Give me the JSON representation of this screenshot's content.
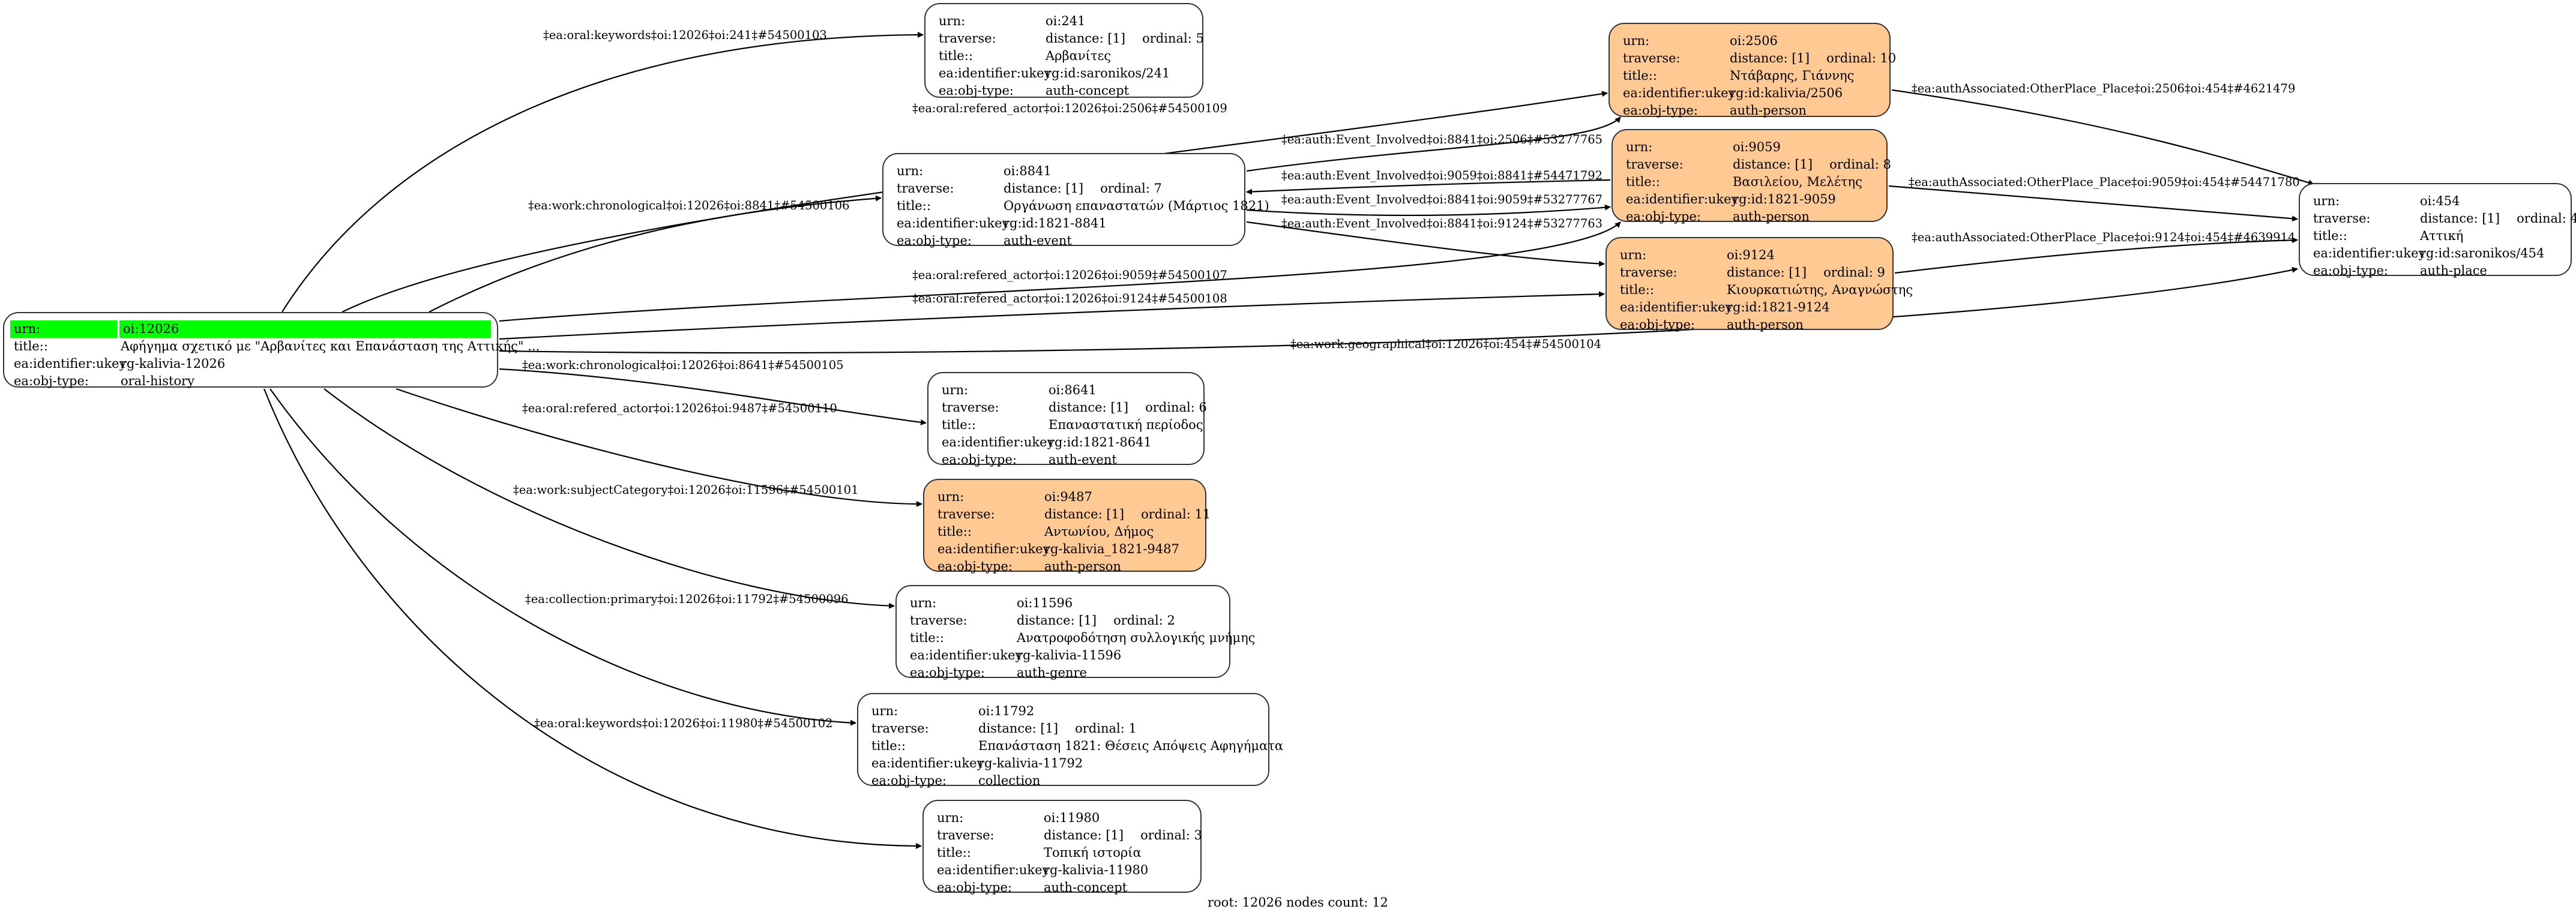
{
  "graph": {
    "footer": "root: 12026 nodes count: 12",
    "colors": {
      "root_highlight": "#00ff00",
      "person_fill": "#ffc993",
      "default_fill": "#ffffff",
      "stroke": "#333333"
    },
    "root": {
      "urn_key": "urn:",
      "urn": "oi:12026",
      "title_key": "title::",
      "title": "Αφήγημα σχετικό με \"Αρβανίτες και Επανάσταση της Αττικής\" ...",
      "ukey_key": "ea:identifier:ukey",
      "ukey": "rg-kalivia-12026",
      "type_key": "ea:obj-type:",
      "type": "oral-history"
    },
    "nodes": [
      {
        "id": "241",
        "urn": "oi:241",
        "distance": "distance: [1]",
        "ordinal": "ordinal: 5",
        "title": "Αρβανίτες",
        "ukey": "rg:id:saronikos/241",
        "type": "auth-concept",
        "kind": "default"
      },
      {
        "id": "8841",
        "urn": "oi:8841",
        "distance": "distance: [1]",
        "ordinal": "ordinal: 7",
        "title": "Οργάνωση επαναστατών (Μάρτιος 1821)",
        "ukey": "rg:id:1821-8841",
        "type": "auth-event",
        "kind": "default"
      },
      {
        "id": "2506",
        "urn": "oi:2506",
        "distance": "distance: [1]",
        "ordinal": "ordinal: 10",
        "title": "Ντάβαρης, Γιάννης",
        "ukey": "rg:id:kalivia/2506",
        "type": "auth-person",
        "kind": "person"
      },
      {
        "id": "9059",
        "urn": "oi:9059",
        "distance": "distance: [1]",
        "ordinal": "ordinal: 8",
        "title": "Βασιλείου, Μελέτης",
        "ukey": "rg:id:1821-9059",
        "type": "auth-person",
        "kind": "person"
      },
      {
        "id": "9124",
        "urn": "oi:9124",
        "distance": "distance: [1]",
        "ordinal": "ordinal: 9",
        "title": "Κιουρκατιώτης, Αναγνώστης",
        "ukey": "rg:id:1821-9124",
        "type": "auth-person",
        "kind": "person"
      },
      {
        "id": "454",
        "urn": "oi:454",
        "distance": "distance: [1]",
        "ordinal": "ordinal: 4",
        "title": "Αττική",
        "ukey": "rg:id:saronikos/454",
        "type": "auth-place",
        "kind": "default"
      },
      {
        "id": "8641",
        "urn": "oi:8641",
        "distance": "distance: [1]",
        "ordinal": "ordinal: 6",
        "title": "Επαναστατική περίοδος",
        "ukey": "rg:id:1821-8641",
        "type": "auth-event",
        "kind": "default"
      },
      {
        "id": "9487",
        "urn": "oi:9487",
        "distance": "distance: [1]",
        "ordinal": "ordinal: 11",
        "title": "Αντωνίου, Δήμος",
        "ukey": "rg-kalivia_1821-9487",
        "type": "auth-person",
        "kind": "person"
      },
      {
        "id": "11596",
        "urn": "oi:11596",
        "distance": "distance: [1]",
        "ordinal": "ordinal: 2",
        "title": "Ανατροφοδότηση συλλογικής μνήμης",
        "ukey": "rg-kalivia-11596",
        "type": "auth-genre",
        "kind": "default"
      },
      {
        "id": "11792",
        "urn": "oi:11792",
        "distance": "distance: [1]",
        "ordinal": "ordinal: 1",
        "title": "Επανάσταση 1821: Θέσεις   Απόψεις   Αφηγήματα",
        "ukey": "rg-kalivia-11792",
        "type": "collection",
        "kind": "default"
      },
      {
        "id": "11980",
        "urn": "oi:11980",
        "distance": "distance: [1]",
        "ordinal": "ordinal: 3",
        "title": "Τοπική ιστορία",
        "ukey": "rg-kalivia-11980",
        "type": "auth-concept",
        "kind": "default"
      }
    ],
    "row_keys": {
      "urn": "urn:",
      "traverse": "traverse:",
      "title": "title::",
      "ukey": "ea:identifier:ukey",
      "type": "ea:obj-type:"
    },
    "edges": [
      {
        "from": "12026",
        "to": "241",
        "label": "‡ea:oral:keywords‡oi:12026‡oi:241‡#54500103"
      },
      {
        "from": "12026",
        "to": "2506",
        "label": "‡ea:oral:refered_actor‡oi:12026‡oi:2506‡#54500109"
      },
      {
        "from": "12026",
        "to": "8841",
        "label": "‡ea:work:chronological‡oi:12026‡oi:8841‡#54500106"
      },
      {
        "from": "8841",
        "to": "2506",
        "label": "‡ea:auth:Event_Involved‡oi:8841‡oi:2506‡#53277765"
      },
      {
        "from": "9059",
        "to": "8841",
        "label": "‡ea:auth:Event_Involved‡oi:9059‡oi:8841‡#54471792"
      },
      {
        "from": "8841",
        "to": "9059",
        "label": "‡ea:auth:Event_Involved‡oi:8841‡oi:9059‡#53277767"
      },
      {
        "from": "8841",
        "to": "9124",
        "label": "‡ea:auth:Event_Involved‡oi:8841‡oi:9124‡#53277763"
      },
      {
        "from": "12026",
        "to": "9059",
        "label": "‡ea:oral:refered_actor‡oi:12026‡oi:9059‡#54500107"
      },
      {
        "from": "12026",
        "to": "9124",
        "label": "‡ea:oral:refered_actor‡oi:12026‡oi:9124‡#54500108"
      },
      {
        "from": "12026",
        "to": "454",
        "label": "‡ea:work:geographical‡oi:12026‡oi:454‡#54500104"
      },
      {
        "from": "2506",
        "to": "454",
        "label": "‡ea:authAssociated:OtherPlace_Place‡oi:2506‡oi:454‡#4621479"
      },
      {
        "from": "9059",
        "to": "454",
        "label": "‡ea:authAssociated:OtherPlace_Place‡oi:9059‡oi:454‡#54471780"
      },
      {
        "from": "9124",
        "to": "454",
        "label": "‡ea:authAssociated:OtherPlace_Place‡oi:9124‡oi:454‡#4639914"
      },
      {
        "from": "12026",
        "to": "8641",
        "label": "‡ea:work:chronological‡oi:12026‡oi:8641‡#54500105"
      },
      {
        "from": "12026",
        "to": "9487",
        "label": "‡ea:oral:refered_actor‡oi:12026‡oi:9487‡#54500110"
      },
      {
        "from": "12026",
        "to": "11596",
        "label": "‡ea:work:subjectCategory‡oi:12026‡oi:11596‡#54500101"
      },
      {
        "from": "12026",
        "to": "11792",
        "label": "‡ea:collection:primary‡oi:12026‡oi:11792‡#54500096"
      },
      {
        "from": "12026",
        "to": "11980",
        "label": "‡ea:oral:keywords‡oi:12026‡oi:11980‡#54500102"
      }
    ]
  }
}
